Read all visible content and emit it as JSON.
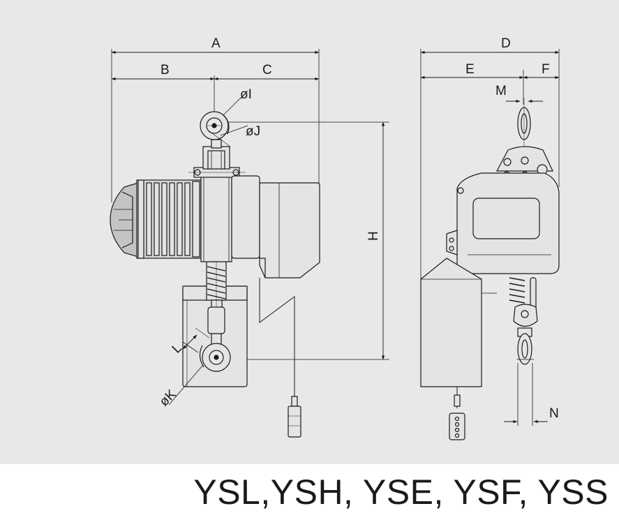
{
  "caption": "YSL,YSH, YSE, YSF, YSS",
  "dimension_labels": {
    "A": "A",
    "B": "B",
    "C": "C",
    "D": "D",
    "E": "E",
    "F": "F",
    "H": "H",
    "I": "øI",
    "J": "øJ",
    "K": "øK",
    "L": "L",
    "M": "M",
    "N": "N"
  },
  "colors": {
    "panel_background": "#e8e8e8",
    "body_fill": "#e4e4e4",
    "motor_dark": "#c4c4c4",
    "line": "#1a1a1a"
  }
}
